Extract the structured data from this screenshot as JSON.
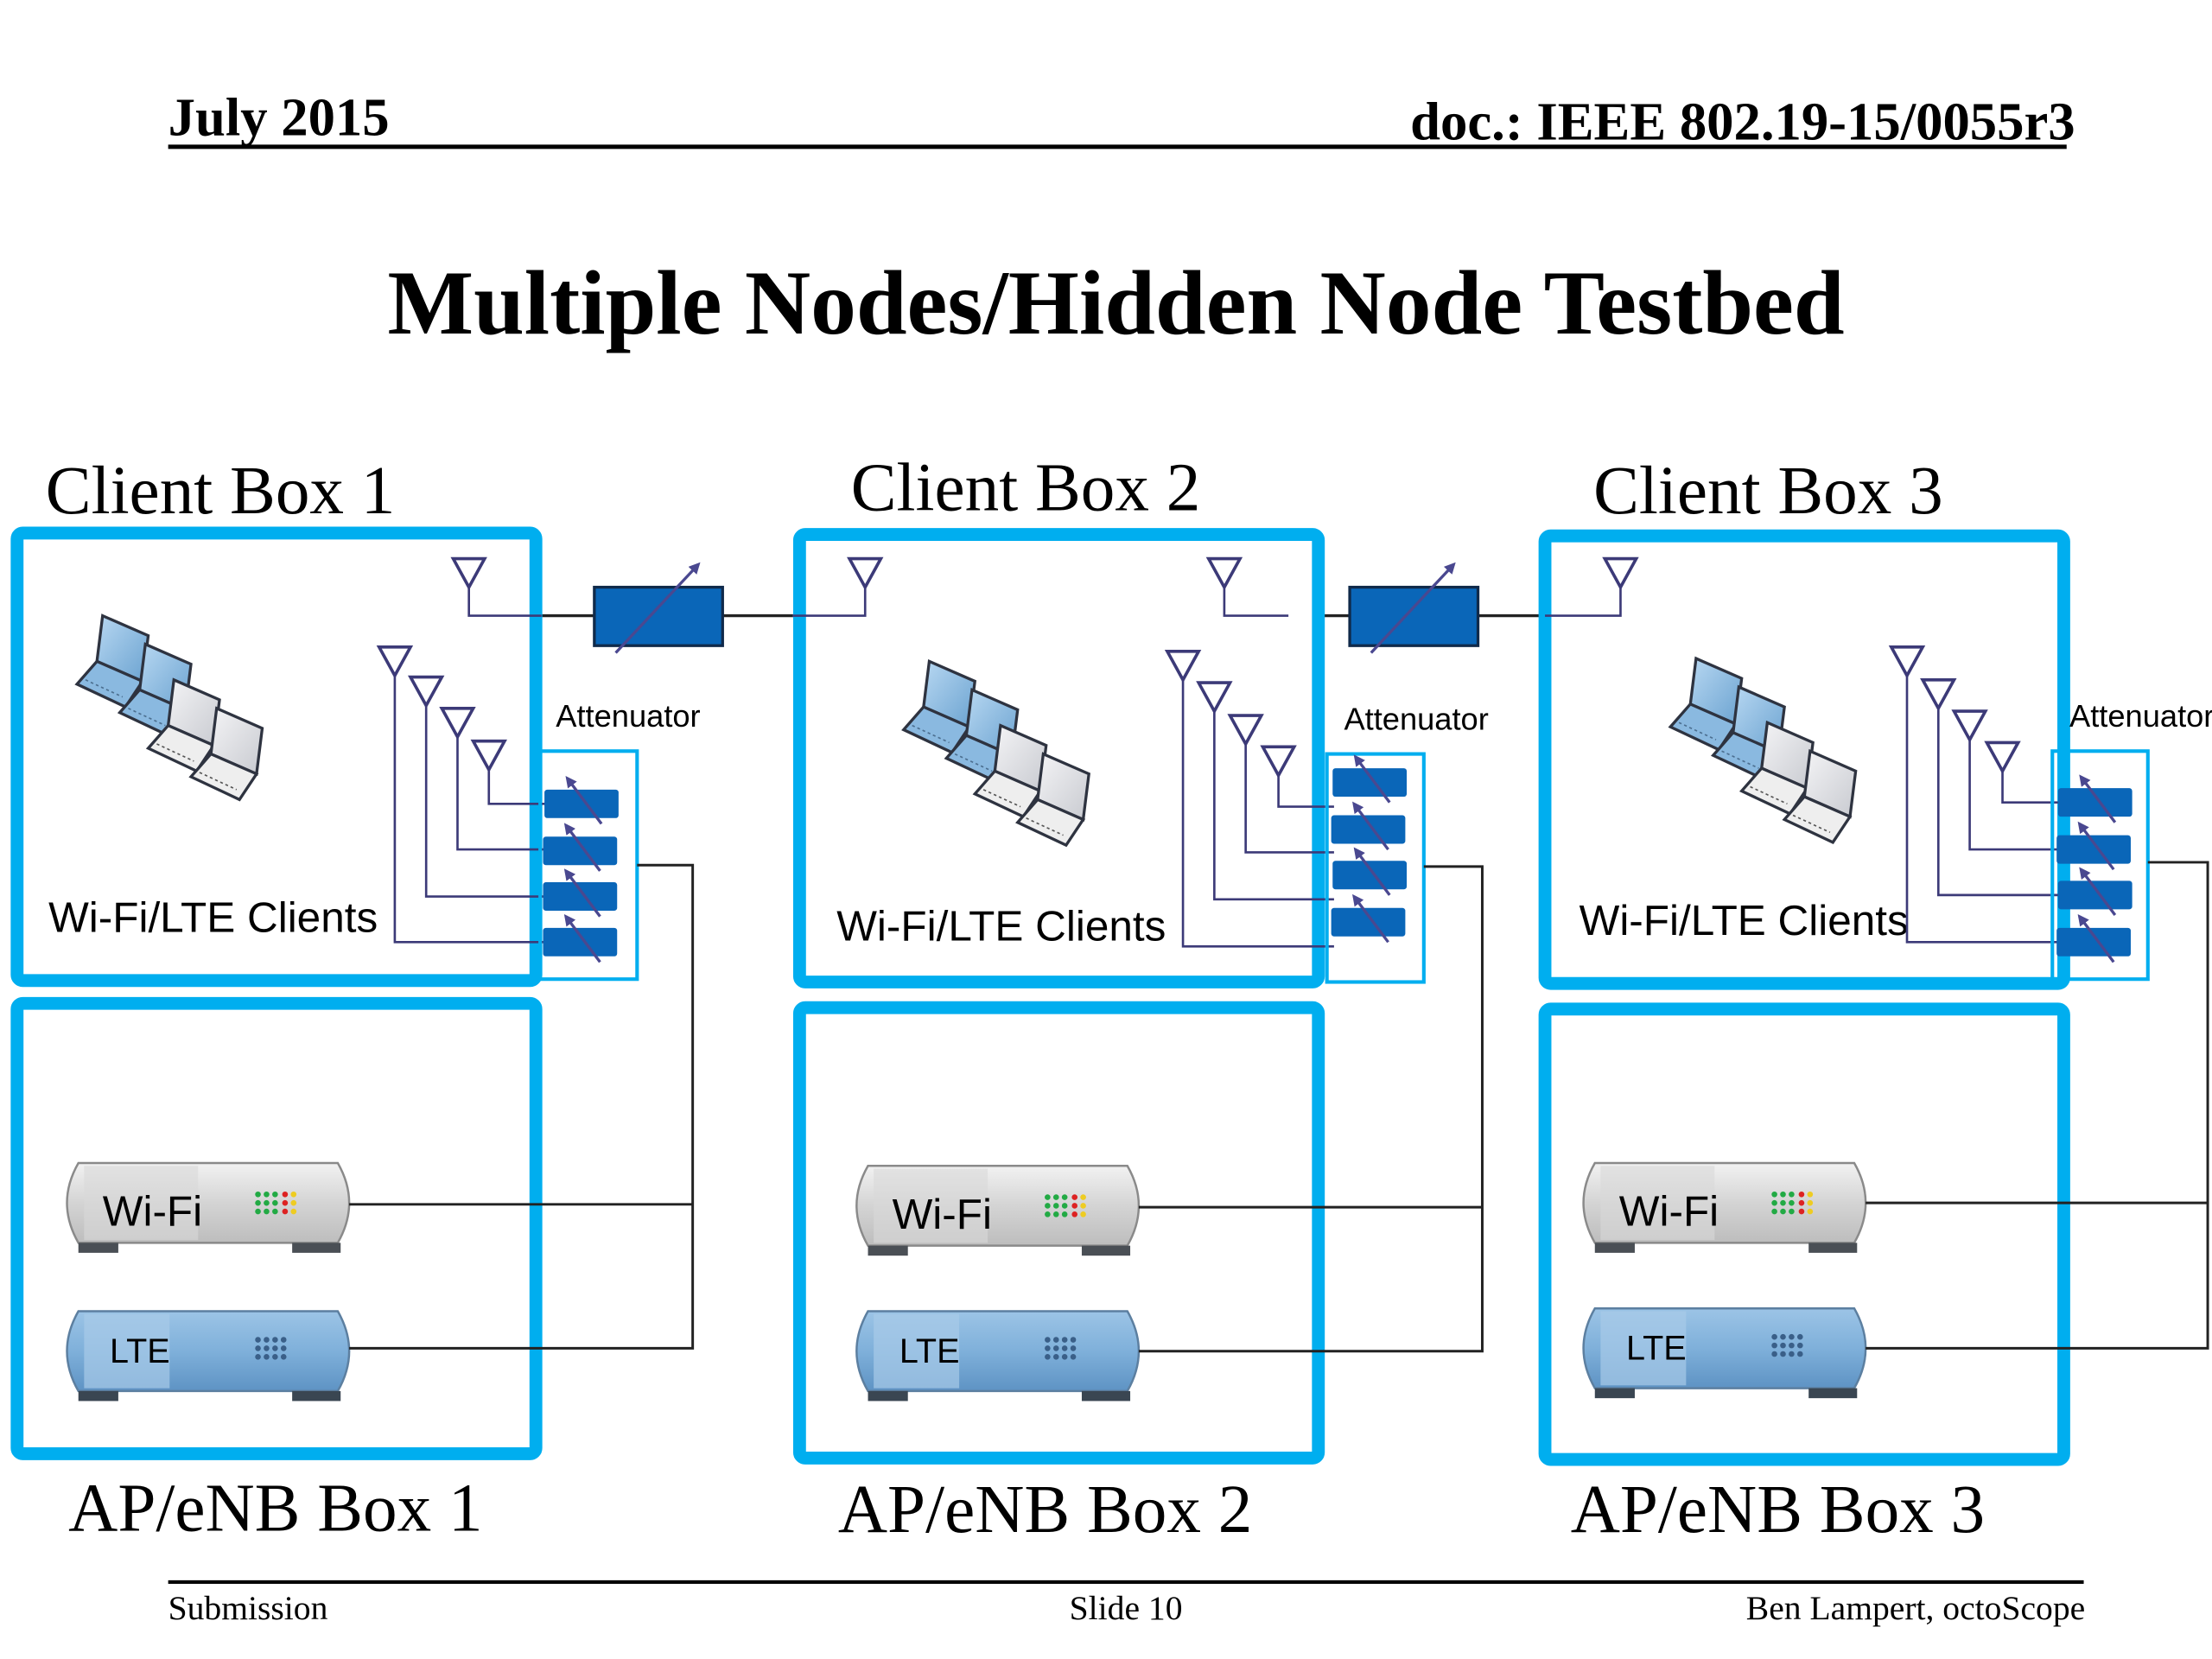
{
  "header": {
    "date": "July 2015",
    "doc_id": "doc.: IEEE 802.19-15/0055r3"
  },
  "title": "Multiple Nodes/Hidden Node Testbed",
  "colors": {
    "box_border": "#00aeef",
    "attenuator_fill": "#0a66b8",
    "antenna_line": "#3c3a78",
    "wire": "#222222",
    "text": "#000000"
  },
  "client_boxes": [
    {
      "label": "Client Box 1",
      "clients_label": "Wi-Fi/LTE Clients",
      "attenuator_label": "Attenuator"
    },
    {
      "label": "Client Box 2",
      "clients_label": "Wi-Fi/LTE Clients",
      "attenuator_label": "Attenuator"
    },
    {
      "label": "Client Box 3",
      "clients_label": "Wi-Fi/LTE Clients",
      "attenuator_label": "Attenuator"
    }
  ],
  "ap_boxes": [
    {
      "label": "AP/eNB Box 1",
      "wifi_label": "Wi-Fi",
      "lte_label": "LTE"
    },
    {
      "label": "AP/eNB Box 2",
      "wifi_label": "Wi-Fi",
      "lte_label": "LTE"
    },
    {
      "label": "AP/eNB Box 3",
      "wifi_label": "Wi-Fi",
      "lte_label": "LTE"
    }
  ],
  "footer": {
    "left": "Submission",
    "center": "Slide 10",
    "right": "Ben Lampert, octoScope"
  }
}
